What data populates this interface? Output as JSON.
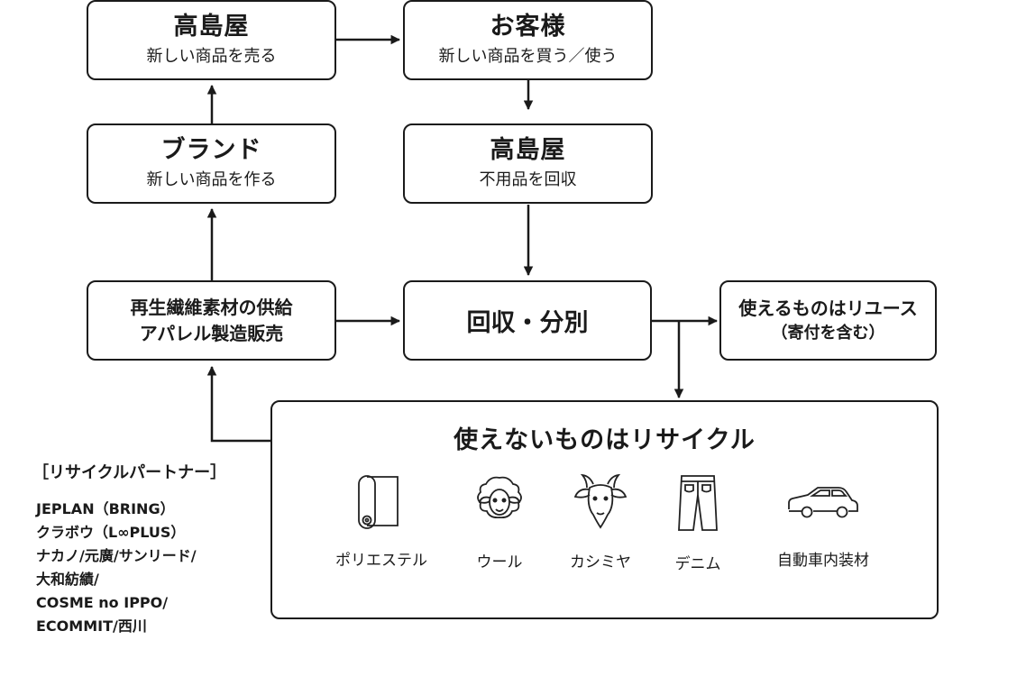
{
  "boxes": {
    "takashimaya_sell": {
      "title": "高島屋",
      "sub": "新しい商品を売る"
    },
    "customer": {
      "title": "お客様",
      "sub": "新しい商品を買う／使う"
    },
    "brand": {
      "title": "ブランド",
      "sub": "新しい商品を作る"
    },
    "takashimaya_collect": {
      "title": "高島屋",
      "sub": "不用品を回収"
    },
    "supply": {
      "line1": "再生繊維素材の供給",
      "line2": "アパレル製造販売"
    },
    "sort": {
      "title": "回収・分別"
    },
    "reuse": {
      "line1": "使えるものはリユース",
      "line2": "（寄付を含む）"
    }
  },
  "recycle": {
    "title": "使えないものはリサイクル",
    "items": [
      {
        "label": "ポリエステル",
        "icon": "fabric-roll-icon"
      },
      {
        "label": "ウール",
        "icon": "sheep-icon"
      },
      {
        "label": "カシミヤ",
        "icon": "goat-icon"
      },
      {
        "label": "デニム",
        "icon": "jeans-icon"
      },
      {
        "label": "自動車内装材",
        "icon": "car-icon"
      }
    ]
  },
  "partners": {
    "heading": "［リサイクルパートナー］",
    "lines": [
      "JEPLAN（BRING）",
      "クラボウ（L∞PLUS）",
      "ナカノ/元廣/サンリード/",
      "大和紡績/",
      "COSME no IPPO/",
      "ECOMMIT/西川"
    ]
  }
}
